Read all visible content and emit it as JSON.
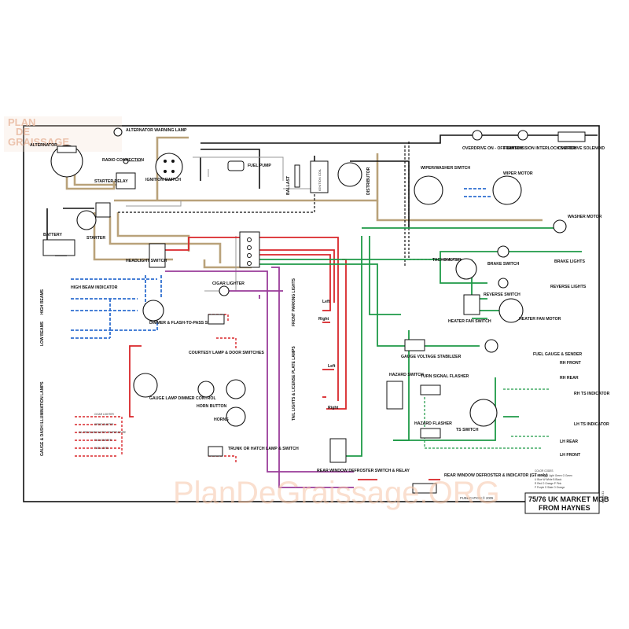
{
  "watermark": {
    "logo_top": "PLAN",
    "logo_mid": "DE",
    "logo_bottom": "GRAISSAGE",
    "footer": "PlanDeGraissage.ORG"
  },
  "title": {
    "line1": "75/76 UK MARKET MGB",
    "line2": "FROM HAYNES"
  },
  "sheet": "sheet 31",
  "publisher": "PUBLICATION © 2005",
  "labels": {
    "alternator": "ALTERNATOR",
    "alternator_warning": "ALTERNATOR WARNING LAMP",
    "radio": "RADIO CONNECTION",
    "ignition_switch": "IGNITION SWITCH",
    "fuel_pump": "FUEL PUMP",
    "ballast": "BALLAST",
    "ignition_coil": "IGNITION COIL",
    "distributor": "DISTRIBUTOR",
    "starter_relay": "STARTER RELAY",
    "starter": "STARTER",
    "battery": "BATTERY",
    "overdrive_switch": "OVERDRIVE ON - OFF SWITCH",
    "transmission_interlock": "TRANSMISSION INTERLOCK SWITCH",
    "overdrive_solenoid": "OVERDRIVE SOLENOID",
    "wiper_washer": "WIPER/WASHER SWITCH",
    "wiper_motor": "WIPER MOTOR",
    "washer_motor": "WASHER MOTOR",
    "headlight_switch": "HEADLIGHT SWITCH",
    "high_beam_indicator": "HIGH BEAM INDICATOR",
    "high_beams": "HIGH BEAMS",
    "low_beams": "LOW BEAMS",
    "dimmer": "DIMMER & FLASH-TO-PASS SWITCH",
    "cigar_lighter": "CIGAR LIGHTER",
    "courtesy": "COURTESY LAMP & DOOR SWITCHES",
    "front_parking": "FRONT PARKING LIGHTS",
    "left": "Left",
    "right": "Right",
    "tachometer": "TACHOMETER",
    "brake_switch": "BRAKE SWITCH",
    "brake_lights": "BRAKE LIGHTS",
    "reverse_switch": "REVERSE SWITCH",
    "reverse_lights": "REVERSE LIGHTS",
    "heater_fan_switch": "HEATER FAN SWITCH",
    "heater_fan_motor": "HEATER FAN MOTOR",
    "gauge_stabilizer": "GAUGE VOLTAGE STABILIZER",
    "fuel_gauge": "FUEL GAUGE & SENDER",
    "gauge_dimmer": "GAUGE LAMP DIMMER CONTROL",
    "gauge_lamps": "GAUGE & DASH ILLUMINATION LAMPS",
    "horn_button": "HORN BUTTON",
    "horns": "HORNS",
    "tail_lights": "TAIL LIGHTS & LICENSE PLATE LAMPS",
    "hazard_switch": "HAZARD SWITCH",
    "turn_flasher": "TURN SIGNAL FLASHER",
    "hazard_flasher": "HAZARD FLASHER",
    "ts_switch": "TS SWITCH",
    "rh_front": "RH FRONT",
    "rh_rear": "RH REAR",
    "rh_ts": "RH TS INDICATOR",
    "lh_ts": "LH TS INDICATOR",
    "lh_rear": "LH REAR",
    "lh_front": "LH FRONT",
    "trunk": "TRUNK OR HATCH LAMP & SWITCH",
    "rear_defroster_switch": "REAR WINDOW DEFROSTER SWITCH & RELAY",
    "rear_defroster": "REAR WINDOW DEFROSTER & INDICATOR (GT only)",
    "cigar": "CIGAR LIGHTER",
    "speedometer": "SPEEDOMETER",
    "tachometer_lamp": "TACHOMETER",
    "fuel_level": "FUEL LEVEL",
    "oil_pressure": "OIL PRESSURE/WATER TEMPERATURE"
  },
  "legend": {
    "title": "COLOR CODES",
    "rows": [
      "B Brown   LG Light Green   G Green",
      "U Blue    W White          B Black",
      "R Red     O Orange         P Pink",
      "P Purple  S Slate          O Orange"
    ]
  }
}
